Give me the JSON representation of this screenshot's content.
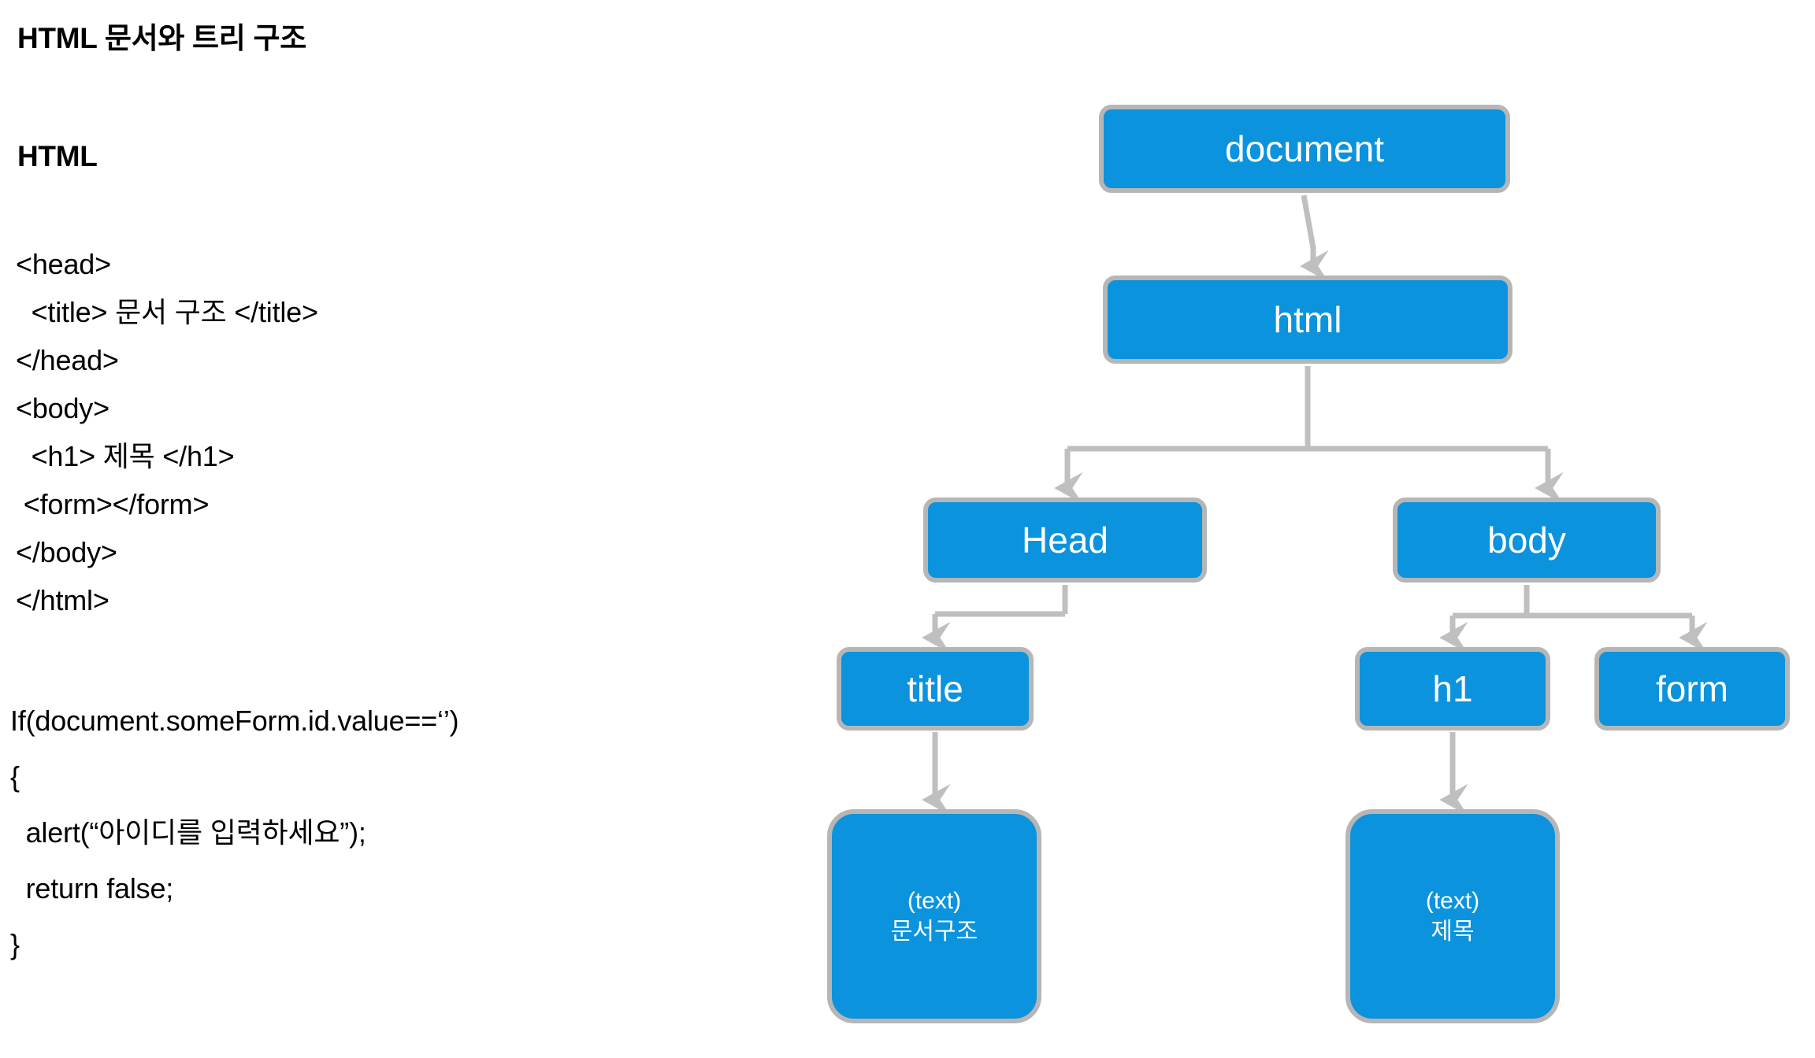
{
  "slide": {
    "title": "HTML 문서와 트리 구조",
    "section_label": "HTML",
    "html_code": "<head>\n  <title> 문서 구조 </title>\n</head>\n<body>\n  <h1> 제목 </h1>\n <form></form>\n</body>\n</html>",
    "script_code": "If(document.someForm.id.value==‘’)\n{\n  alert(“아이디를 입력하세요”);\n  return false;\n}"
  },
  "tree": {
    "nodes": [
      {
        "id": "document",
        "label": "document"
      },
      {
        "id": "html",
        "label": "html"
      },
      {
        "id": "head",
        "label": "Head"
      },
      {
        "id": "body",
        "label": "body"
      },
      {
        "id": "title",
        "label": "title"
      },
      {
        "id": "h1",
        "label": "h1"
      },
      {
        "id": "form",
        "label": "form"
      },
      {
        "id": "text-title",
        "kind": "(text)",
        "value": "문서구조"
      },
      {
        "id": "text-h1",
        "kind": "(text)",
        "value": "제목"
      }
    ],
    "edges": [
      {
        "from": "document",
        "to": "html"
      },
      {
        "from": "html",
        "to": "head"
      },
      {
        "from": "html",
        "to": "body"
      },
      {
        "from": "head",
        "to": "title"
      },
      {
        "from": "body",
        "to": "h1"
      },
      {
        "from": "body",
        "to": "form"
      },
      {
        "from": "title",
        "to": "text-title"
      },
      {
        "from": "h1",
        "to": "text-h1"
      }
    ]
  },
  "colors": {
    "node_fill": "#0b93dd",
    "node_border": "#b6b6b6",
    "connector": "#bfbfbf",
    "node_text": "#ffffff",
    "body_text": "#000000",
    "background": "#ffffff"
  }
}
